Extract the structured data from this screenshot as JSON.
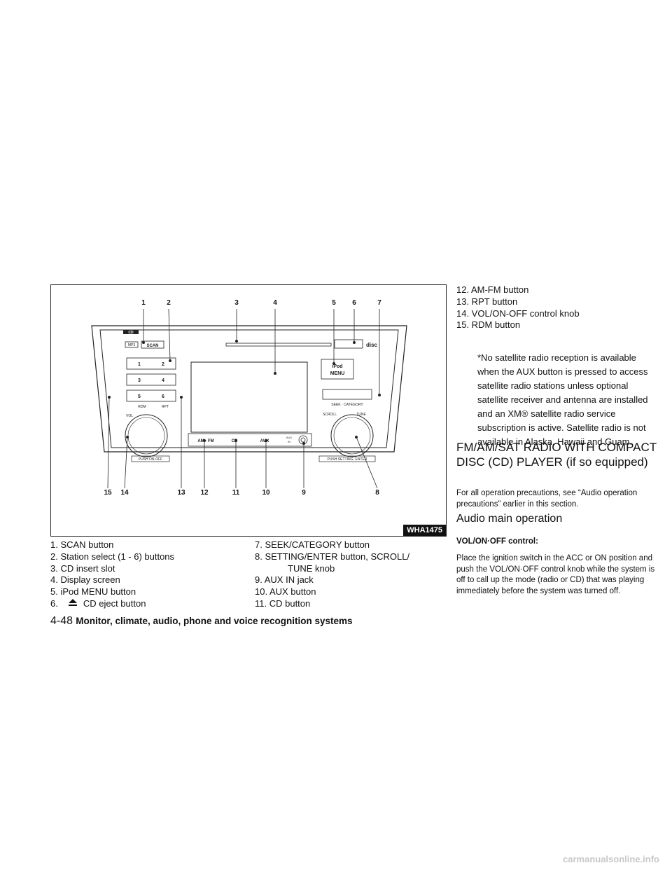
{
  "figure": {
    "code": "WHA1475",
    "callouts": [
      "1",
      "2",
      "3",
      "4",
      "5",
      "6",
      "7",
      "8",
      "9",
      "10",
      "11",
      "12",
      "13",
      "14",
      "15"
    ],
    "panel_labels": {
      "cd_logo": "CD",
      "mp3": "MP3",
      "scan": "SCAN",
      "btn_1": "1",
      "btn_2": "2",
      "btn_3": "3",
      "btn_4": "4",
      "btn_5": "5",
      "btn_6": "6",
      "rdm": "RDM",
      "rpt": "RPT",
      "vol": "VOL",
      "push_on_off": "PUSH ON·OFF",
      "am_fm": "AM · FM",
      "cd": "CD",
      "aux": "AUX",
      "aux_in_1": "AUX",
      "aux_in_2": "IN",
      "ipod": "iPod",
      "menu": "MENU",
      "seek_category": "SEEK · CATEGORY",
      "scroll": "SCROLL",
      "tune": "TUNE",
      "push_setting_enter": "PUSH SETTING· ENTER",
      "disc": "disc"
    }
  },
  "list_left": [
    "1. SCAN button",
    "2. Station select (1 - 6) buttons",
    "3. CD insert slot",
    "4. Display screen",
    "5. iPod MENU button"
  ],
  "list_left_6": {
    "num": "6.",
    "text": "CD eject button",
    "icon": "eject-icon"
  },
  "list_mid": [
    {
      "text": "7. SEEK/CATEGORY button",
      "cont": ""
    },
    {
      "text": "8. SETTING/ENTER button, SCROLL/",
      "cont": "TUNE knob"
    },
    {
      "text": "9. AUX IN jack",
      "cont": ""
    },
    {
      "text": "10. AUX button",
      "cont": ""
    },
    {
      "text": "11. CD button",
      "cont": ""
    }
  ],
  "list_right": [
    "12. AM-FM button",
    "13. RPT button",
    "14. VOL/ON-OFF control knob",
    "15. RDM button"
  ],
  "note": "*No satellite radio reception is available when the AUX button is pressed to access satellite radio stations unless optional satellite receiver and antenna are installed and an XM® satellite radio service subscription is active. Satellite radio is not available in Alaska, Hawaii and Guam.",
  "section_title": "FM/AM/SAT RADIO WITH COMPACT DISC (CD) PLAYER (if so equipped)",
  "precaution": "For all operation precautions, see “Audio operation precautions” earlier in this section.",
  "subheading": "Audio main operation",
  "vol_label": "VOL/ON·OFF control:",
  "vol_text": "Place the ignition switch in the ACC or ON position and push the VOL/ON·OFF control knob while the system is off to call up the mode (radio or CD) that was playing immediately before the system was turned off.",
  "footer": {
    "page": "4-48",
    "title": "Monitor, climate, audio, phone and voice recognition systems"
  },
  "watermark": "carmanualsonline.info"
}
